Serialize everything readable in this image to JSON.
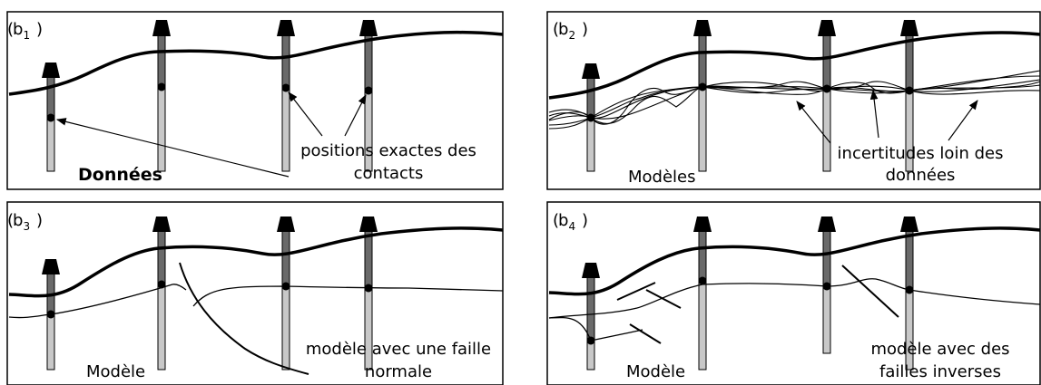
{
  "panels": [
    {
      "id": "b1",
      "letter": "b",
      "subscript": "1",
      "caption": "Données",
      "annotation_lines": [
        "positions exactes des",
        "contacts"
      ]
    },
    {
      "id": "b2",
      "letter": "b",
      "subscript": "2",
      "caption": "Modèles",
      "annotation_lines": [
        "incertitudes loin des",
        "données"
      ]
    },
    {
      "id": "b3",
      "letter": "b",
      "subscript": "3",
      "caption": "Modèle",
      "annotation_lines": [
        "modèle avec une faille",
        "normale"
      ]
    },
    {
      "id": "b4",
      "letter": "b",
      "subscript": "4",
      "caption": "Modèle",
      "annotation_lines": [
        "modèle avec des",
        "failles inverses"
      ]
    }
  ]
}
